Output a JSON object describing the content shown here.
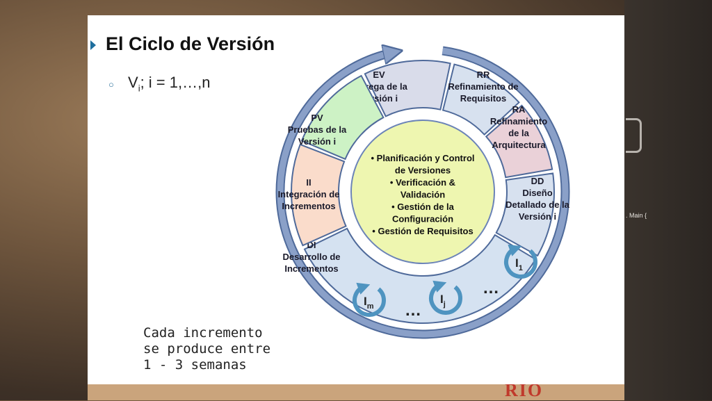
{
  "slide": {
    "title": "El Ciclo de Versión",
    "bullet_main": "V",
    "bullet_sub": "i",
    "bullet_rest": "; i = 1,…,n",
    "footnote": "Cada incremento\nse produce entre\n1 - 3 semanas"
  },
  "center": {
    "lines": [
      "• Planificación y Control",
      "de Versiones",
      "• Verificación &",
      "Validación",
      "• Gestión de la",
      "Configuración",
      "• Gestión de Requisitos"
    ]
  },
  "segments": [
    {
      "id": "ev",
      "lines": [
        "EV",
        "Entrega de la",
        "Versión i"
      ],
      "color": "#d9dcea"
    },
    {
      "id": "rr",
      "lines": [
        "RR",
        "Refinamiento de",
        "Requisitos"
      ],
      "color": "#d7e1ef"
    },
    {
      "id": "ra",
      "lines": [
        "RA",
        "Refinamiento",
        "de la",
        "Arquitectura"
      ],
      "color": "#ead1d8"
    },
    {
      "id": "dd",
      "lines": [
        "DD",
        "Diseño",
        "Detallado de la",
        "Versión i"
      ],
      "color": "#d7e1ef"
    },
    {
      "id": "di",
      "lines": [
        "DI",
        "Desarrollo de",
        "Incrementos"
      ],
      "color": "#d5e2f1"
    },
    {
      "id": "ii",
      "lines": [
        "II",
        "Integración de",
        "Incrementos"
      ],
      "color": "#fadccb"
    },
    {
      "id": "pv",
      "lines": [
        "PV",
        "Pruebas de la",
        "Versión i"
      ],
      "color": "#cdf2c5"
    }
  ],
  "increments": [
    {
      "main": "I",
      "sub": "1"
    },
    {
      "main": "I",
      "sub": "j"
    },
    {
      "main": "I",
      "sub": "m"
    }
  ],
  "ellipsis": "…",
  "colors": {
    "ring": "#8aa0c8",
    "ring_edge": "#4f6a9a",
    "center_fill": "#eef6b0",
    "center_edge": "#6c84b8",
    "loop": "#4f94c0"
  },
  "background": {
    "snippet_text": ". Main {",
    "logo_text": "RIO"
  }
}
